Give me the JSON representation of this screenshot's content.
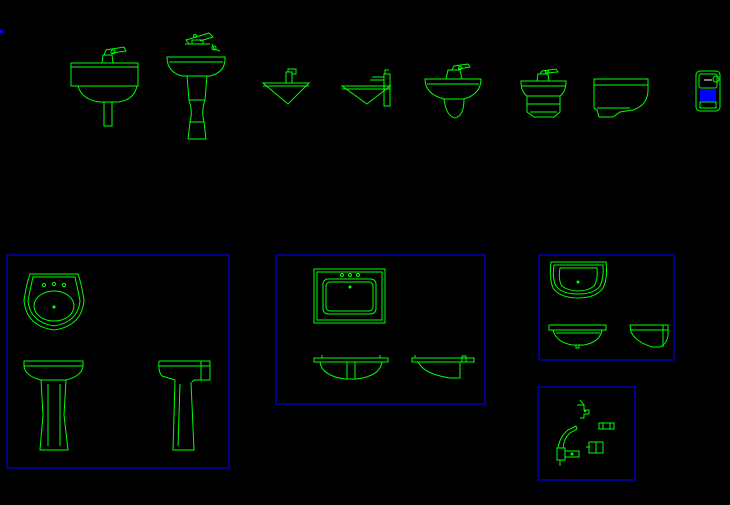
{
  "drawing": {
    "background_color": "#000000",
    "line_color": "#00ff00",
    "frame_color": "#0000ff",
    "accent_color": "#ffffff"
  },
  "toolbar": {
    "origin_marker_icon": "origin-marker-icon"
  },
  "elevations_row": {
    "blocks": [
      {
        "icon": "wall-hung-basin-with-mixer-icon"
      },
      {
        "icon": "pedestal-basin-tall-icon"
      },
      {
        "icon": "vessel-basin-small-icon"
      },
      {
        "icon": "vessel-basin-tall-faucet-icon"
      },
      {
        "icon": "oval-pedestal-basin-icon"
      },
      {
        "icon": "semi-pedestal-basin-icon"
      },
      {
        "icon": "wall-basin-side-view-icon"
      },
      {
        "icon": "wall-mounted-dispenser-icon"
      }
    ]
  },
  "frames": [
    {
      "name": "pedestal-basin-views",
      "icons": [
        "round-basin-plan-icon",
        "pedestal-basin-front-icon",
        "pedestal-basin-side-icon"
      ]
    },
    {
      "name": "countertop-basin-views",
      "icons": [
        "rectangular-basin-plan-icon",
        "undermount-basin-front-icon",
        "undermount-basin-side-icon"
      ]
    },
    {
      "name": "wall-basin-views",
      "icons": [
        "wall-basin-plan-icon",
        "wall-basin-front-icon",
        "wall-basin-side-icon"
      ]
    },
    {
      "name": "faucet-details",
      "icons": [
        "faucet-detail-top-icon",
        "faucet-detail-handles-icon",
        "faucet-spout-detail-icon"
      ]
    }
  ]
}
